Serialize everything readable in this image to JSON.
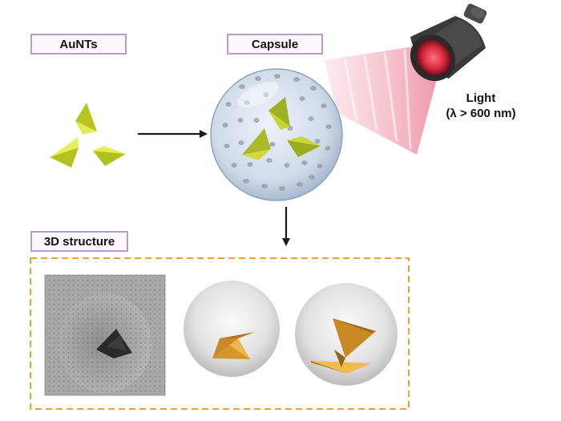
{
  "labels": {
    "aunts": "AuNTs",
    "capsule": "Capsule",
    "light": "Light",
    "wavelength": "(λ > 600 nm)",
    "structure": "3D structure"
  },
  "colors": {
    "tag_border": "#b99bd0",
    "dashed_box": "#f0a030",
    "triangle_green": "#c8d72a",
    "gold": "#d9a030",
    "light_beam": "#f2a0b0"
  }
}
